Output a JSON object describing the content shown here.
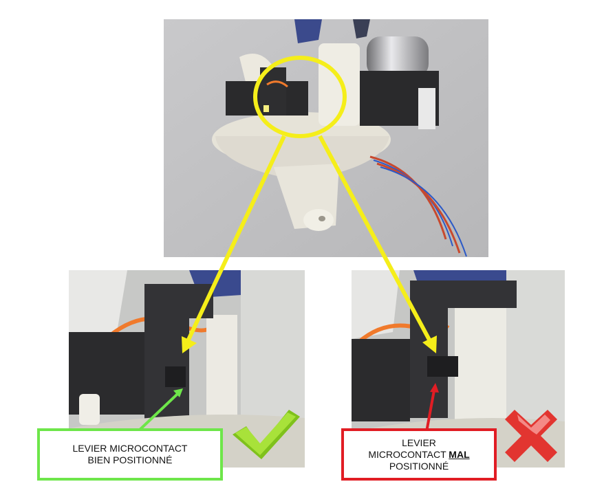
{
  "labels": {
    "good": {
      "line1": "LEVIER MICROCONTACT",
      "line2": "BIEN POSITIONNÉ",
      "border_color": "#6ee64a"
    },
    "bad": {
      "line1": "LEVIER",
      "line2_prefix": "MICROCONTACT ",
      "line2_emphasis": "MAL",
      "line3": "POSITIONNÉ",
      "border_color": "#e11d24"
    }
  },
  "icons": {
    "good": "check-mark-icon",
    "bad": "cross-mark-icon"
  },
  "colors": {
    "highlight_ring": "#f5ee1a",
    "good_arrow": "#6ee64a",
    "bad_arrow": "#e11d24"
  }
}
